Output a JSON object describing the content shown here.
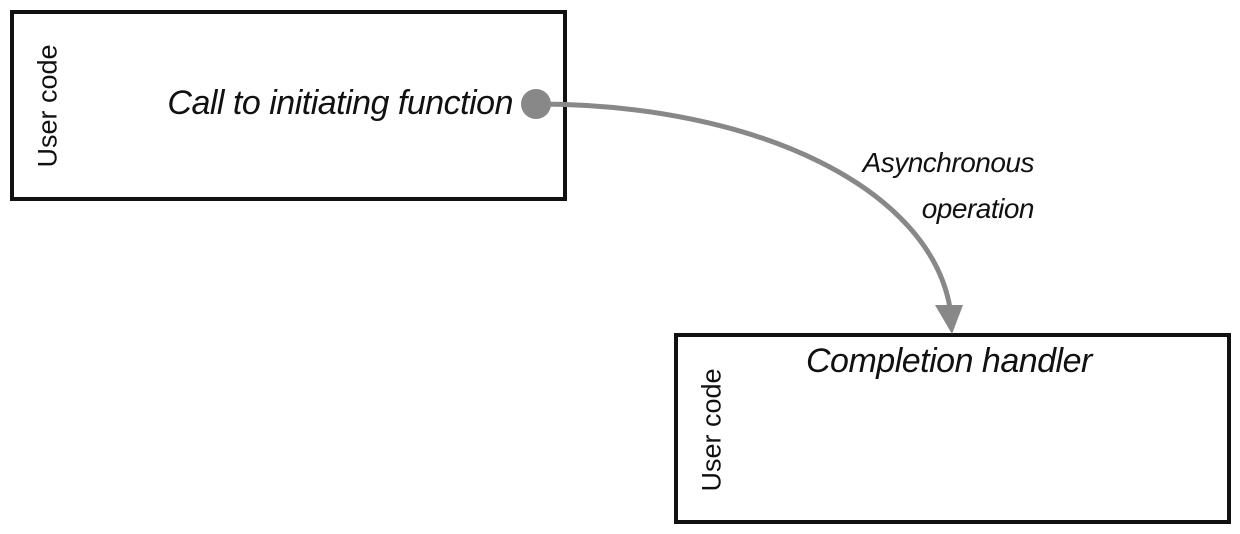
{
  "top_box": {
    "side_label": "User code",
    "call_label": "Call to initiating function"
  },
  "bottom_box": {
    "side_label": "User code",
    "handler_label": "Completion handler"
  },
  "arrow": {
    "label_line1": "Asynchronous",
    "label_line2": "operation"
  },
  "colors": {
    "box_border": "#111111",
    "arrow": "#888888",
    "text": "#111111"
  }
}
